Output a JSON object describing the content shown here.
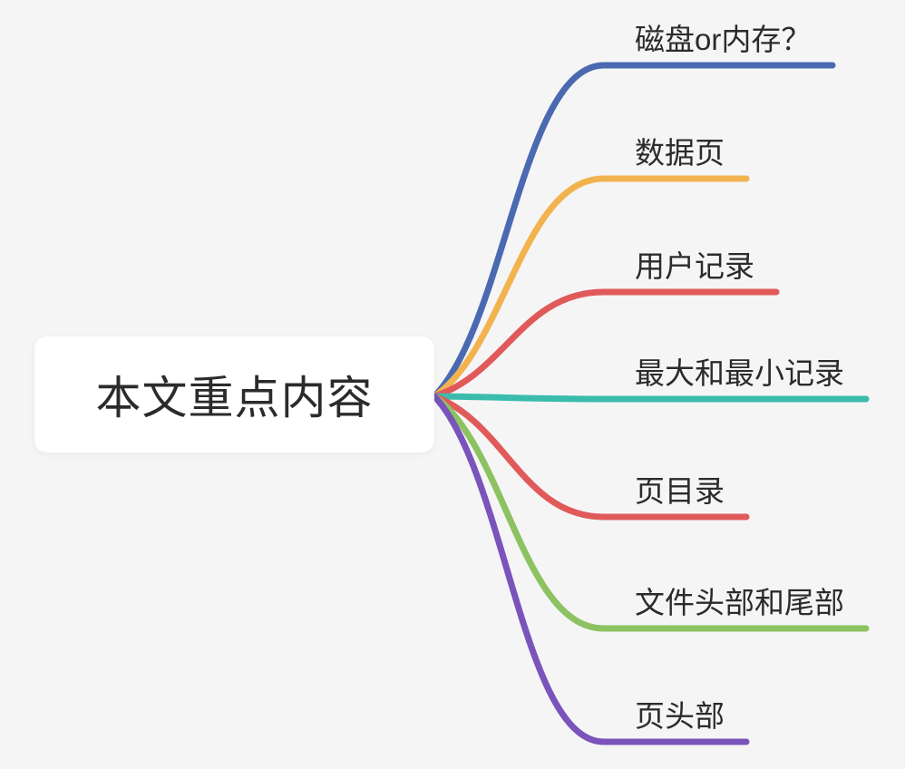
{
  "diagram": {
    "type": "mindmap",
    "background": "#f5f5f6",
    "text_color": "#2b2b2b"
  },
  "central_topic": {
    "label": "本文重点内容",
    "background": "#ffffff"
  },
  "branches": [
    {
      "label": "磁盘or内存？",
      "color": "#4a69b0"
    },
    {
      "label": "数据页",
      "color": "#f2b34f"
    },
    {
      "label": "用户记录",
      "color": "#e15a5a"
    },
    {
      "label": "最大和最小记录",
      "color": "#3abcad"
    },
    {
      "label": "页目录",
      "color": "#e15a5a"
    },
    {
      "label": "文件头部和尾部",
      "color": "#8dc262"
    },
    {
      "label": "页头部",
      "color": "#7a54ba"
    }
  ]
}
